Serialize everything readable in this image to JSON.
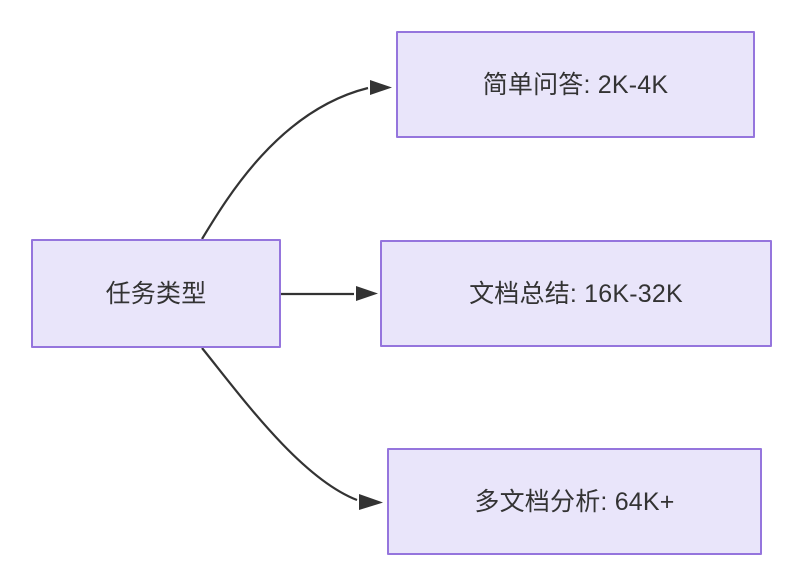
{
  "diagram": {
    "type": "flowchart",
    "direction": "left-to-right",
    "background_color": "#ffffff",
    "node_fill_color": "#e9e5fa",
    "node_border_color": "#9575dd",
    "node_text_color": "#333333",
    "edge_color": "#333333",
    "nodes": [
      {
        "id": "source",
        "label": "任务类型",
        "role": "root"
      },
      {
        "id": "simple_qa",
        "label": "简单问答: 2K-4K",
        "role": "leaf"
      },
      {
        "id": "doc_summary",
        "label": "文档总结: 16K-32K",
        "role": "leaf"
      },
      {
        "id": "multidoc",
        "label": "多文档分析: 64K+",
        "role": "leaf"
      }
    ],
    "edges": [
      {
        "from": "source",
        "to": "simple_qa",
        "style": "curved",
        "arrow": "triangle",
        "label": ""
      },
      {
        "from": "source",
        "to": "doc_summary",
        "style": "straight",
        "arrow": "triangle",
        "label": ""
      },
      {
        "from": "source",
        "to": "multidoc",
        "style": "curved",
        "arrow": "triangle",
        "label": ""
      }
    ]
  }
}
